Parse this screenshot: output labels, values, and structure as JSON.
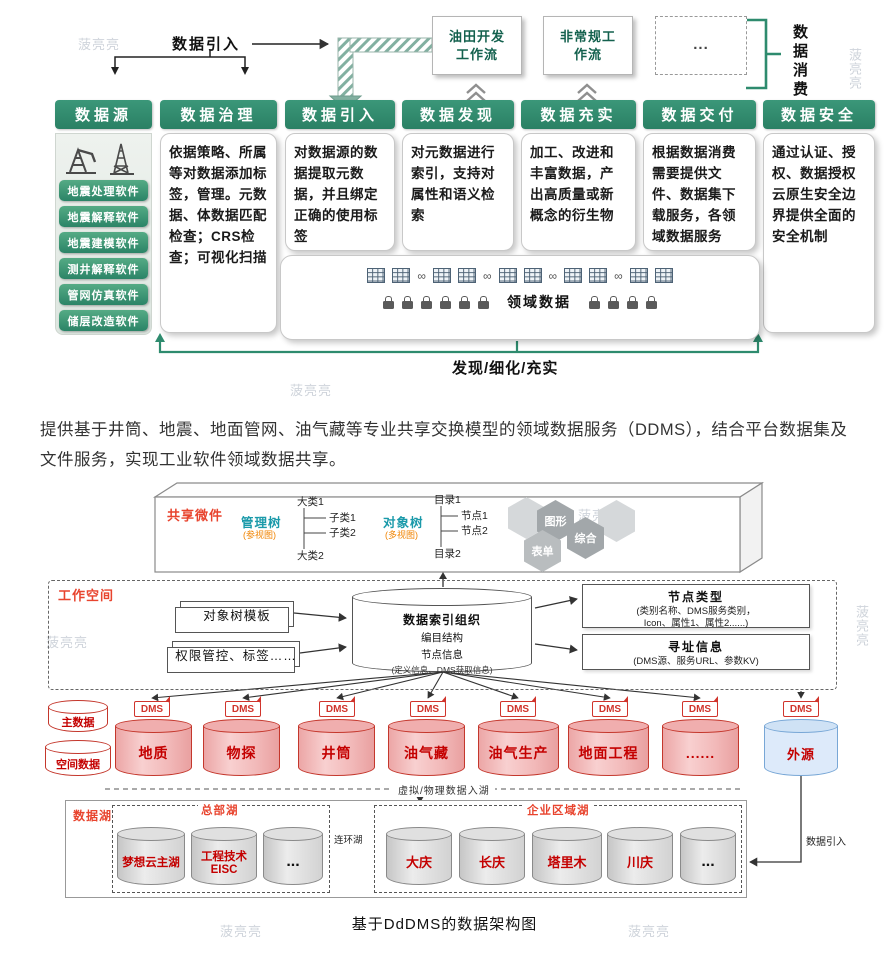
{
  "watermark": {
    "text": "菠亮亮"
  },
  "pipeline": {
    "ingest_label": "数据引入",
    "consume_label": "数据消费",
    "workflows": [
      {
        "label": "油田开发\n工作流"
      },
      {
        "label": "非常规工\n作流"
      },
      {
        "label": "..."
      }
    ],
    "columns": [
      {
        "title": "数据源",
        "body": ""
      },
      {
        "title": "数据治理",
        "body": "依据策略、所属等对数据添加标签，管理。元数据、体数据匹配检查；CRS检查；可视化扫描"
      },
      {
        "title": "数据引入",
        "body": "对数据源的数据提取元数据，并且绑定正确的使用标签"
      },
      {
        "title": "数据发现",
        "body": "对元数据进行索引，支持对属性和语义检索"
      },
      {
        "title": "数据充实",
        "body": "加工、改进和丰富数据，产出高质量或新概念的衍生物"
      },
      {
        "title": "数据交付",
        "body": "根据数据消费需要提供文件、数据集下载服务，各领域数据服务"
      },
      {
        "title": "数据安全",
        "body": "通过认证、授权、数据授权云原生安全边界提供全面的安全机制"
      }
    ],
    "sources": [
      "地震处理软件",
      "地震解释软件",
      "地震建模软件",
      "测井解释软件",
      "管网仿真软件",
      "储层改造软件"
    ],
    "domain_data_label": "领域数据",
    "infinity": "∞",
    "refine_label": "发现/细化/充实"
  },
  "description": "提供基于井筒、地震、地面管网、油气藏等专业共享交换模型的领域数据服务（DDMS），结合平台数据集及文件服务，实现工业软件领域数据共享。",
  "arch": {
    "shared": {
      "title": "共享微件",
      "mgmt_tree": {
        "label": "管理树",
        "sub": "(参视图)",
        "cat1": "大类1",
        "child1": "子类1",
        "child2": "子类2",
        "cat2": "大类2"
      },
      "obj_tree": {
        "label": "对象树",
        "sub": "(多视图)",
        "dir1": "目录1",
        "node1": "节点1",
        "node2": "节点2",
        "dir2": "目录2"
      },
      "hexes": [
        "图形",
        "综合",
        "表单"
      ]
    },
    "workspace": {
      "title": "工作空间",
      "template_box": "对象树模板",
      "perm_box": "权限管控、标签……",
      "index": {
        "title": "数据索引组织",
        "line2": "编目结构",
        "line3": "节点信息",
        "line4": "(定义信息、DMS获取信息)"
      },
      "node_type": {
        "title": "节点类型",
        "body": "(类别名称、DMS服务类别，\nIcon、属性1、属性2......)"
      },
      "addressing": {
        "title": "寻址信息",
        "body": "(DMS源、服务URL、参数KV)"
      }
    },
    "dms": "DMS",
    "master_data": "主数据",
    "spatial_data": "空间数据",
    "domains": [
      "地质",
      "物探",
      "井筒",
      "油气藏",
      "油气生产",
      "地面工程",
      "......"
    ],
    "external": "外源",
    "lake_entry": "虚拟/物理数据入湖",
    "lake": {
      "title": "数据湖",
      "hq": {
        "title": "总部湖",
        "c1": "梦想云主湖",
        "c2": "工程技术\nEISC",
        "dots": "..."
      },
      "linked": "连环湖",
      "regional": {
        "title": "企业区域湖",
        "items": [
          "大庆",
          "长庆",
          "塔里木",
          "川庆"
        ],
        "dots": "..."
      }
    },
    "ingest_right": "数据引入",
    "caption": "基于DdDMS的数据架构图"
  }
}
